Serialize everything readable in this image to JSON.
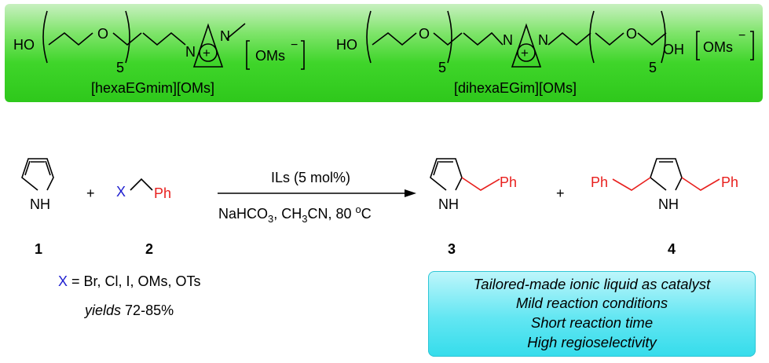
{
  "ionic_liquids": {
    "left": {
      "formula": {
        "ho": "HO",
        "o": "O",
        "n_sub": "5",
        "n1": "N",
        "n2": "N",
        "charge": "+",
        "anion": "OMs",
        "anion_charge": "−"
      },
      "name": "[hexaEGmim][OMs]"
    },
    "right": {
      "formula": {
        "ho": "HO",
        "o1": "O",
        "n_sub1": "5",
        "n1": "N",
        "n2": "N",
        "charge": "+",
        "o2": "O",
        "n_sub2": "5",
        "oh": "OH",
        "anion": "OMs",
        "anion_charge": "−"
      },
      "name": "[dihexaEGim][OMs]"
    }
  },
  "reaction": {
    "pyrrole_nh": "NH",
    "plus1": "+",
    "x": "X",
    "ph_reagent": "Ph",
    "conditions_top": "ILs (5 mol%)",
    "conditions_bottom_parts": [
      "NaHCO",
      "3",
      ", CH",
      "3",
      "CN, 80 ",
      "o",
      "C"
    ],
    "product3_nh": "NH",
    "product3_ph": "Ph",
    "plus2": "+",
    "product4_ph_left": "Ph",
    "product4_nh": "NH",
    "product4_ph_right": "Ph",
    "labels": {
      "c1": "1",
      "c2": "2",
      "c3": "3",
      "c4": "4"
    }
  },
  "footnote": {
    "x_symbol": "X",
    "x_list": "= Br, Cl, I, OMs, OTs",
    "yields_word": "yields",
    "yields_range": "72-85%"
  },
  "highlights": [
    "Tailored-made ionic liquid as catalyst",
    "Mild reaction conditions",
    "Short reaction time",
    "High regioselectivity"
  ],
  "colors": {
    "red": "#e8201e",
    "blue": "#2020d0",
    "green_panel": "#3fd52a",
    "cyan_box": "#4ee2ef"
  }
}
